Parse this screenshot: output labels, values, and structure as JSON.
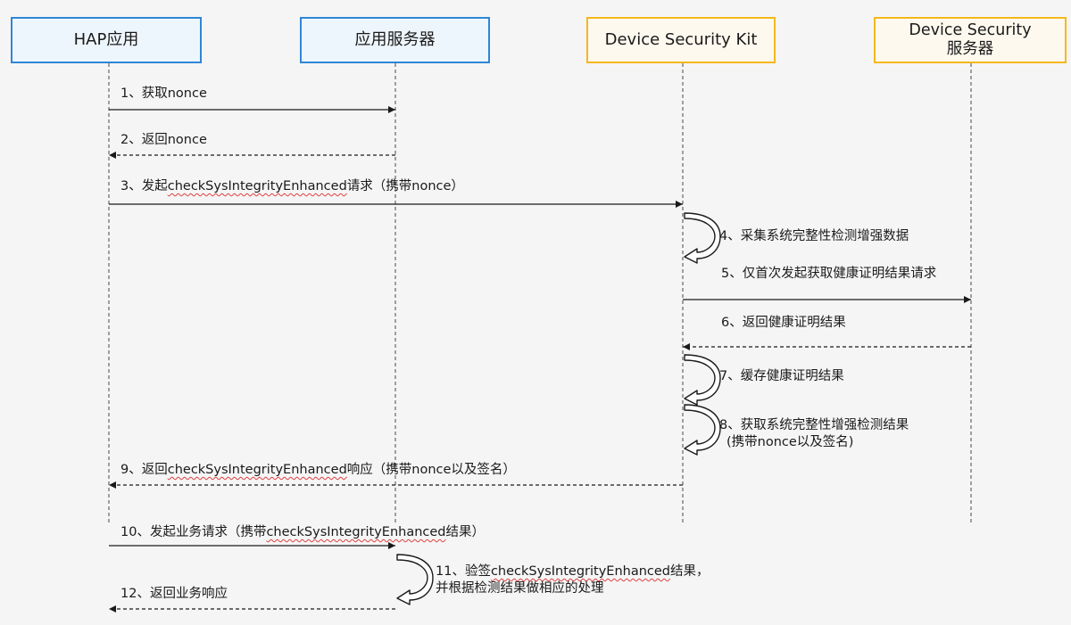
{
  "participants": [
    {
      "id": "hap",
      "label": "HAP应用",
      "style": "blue"
    },
    {
      "id": "appserver",
      "label": "应用服务器",
      "style": "blue"
    },
    {
      "id": "dsk",
      "label": "Device Security Kit",
      "style": "yellow"
    },
    {
      "id": "dsserver",
      "label_line1": "Device Security",
      "label_line2": "服务器",
      "style": "yellow"
    }
  ],
  "colors": {
    "blue_border": "#2f86d6",
    "blue_fill": "#eef6fd",
    "yellow_border": "#f5b81c",
    "yellow_fill": "#fdf9ef",
    "line": "#1a1a1a",
    "lifeline": "#666666",
    "spellcheck_underline": "#e04040"
  },
  "messages": [
    {
      "n": 1,
      "from": "hap",
      "to": "appserver",
      "kind": "sync",
      "prefix": "1、获取nonce",
      "code": "",
      "suffix": ""
    },
    {
      "n": 2,
      "from": "appserver",
      "to": "hap",
      "kind": "return",
      "prefix": "2、返回nonce",
      "code": "",
      "suffix": ""
    },
    {
      "n": 3,
      "from": "hap",
      "to": "dsk",
      "kind": "sync",
      "prefix": "3、发起",
      "code": "checkSysIntegrityEnhanced",
      "suffix": "请求（携带nonce）"
    },
    {
      "n": 4,
      "from": "dsk",
      "to": "dsk",
      "kind": "self",
      "prefix": "4、采集系统完整性检测增强数据",
      "code": "",
      "suffix": ""
    },
    {
      "n": 5,
      "from": "dsk",
      "to": "dsserver",
      "kind": "sync",
      "prefix": "5、仅首次发起获取健康证明结果请求",
      "code": "",
      "suffix": ""
    },
    {
      "n": 6,
      "from": "dsserver",
      "to": "dsk",
      "kind": "return",
      "prefix": "6、返回健康证明结果",
      "code": "",
      "suffix": ""
    },
    {
      "n": 7,
      "from": "dsk",
      "to": "dsk",
      "kind": "self",
      "prefix": "7、缓存健康证明结果",
      "code": "",
      "suffix": ""
    },
    {
      "n": 8,
      "from": "dsk",
      "to": "dsk",
      "kind": "self",
      "prefix": "8、获取系统完整性增强检测结果",
      "code": "",
      "suffix": "",
      "line2": "(携带nonce以及签名)"
    },
    {
      "n": 9,
      "from": "dsk",
      "to": "hap",
      "kind": "return",
      "prefix": "9、返回",
      "code": "checkSysIntegrityEnhanced",
      "suffix": "响应（携带nonce以及签名）"
    },
    {
      "n": 10,
      "from": "hap",
      "to": "appserver",
      "kind": "sync",
      "prefix": "10、发起业务请求（携带",
      "code": "checkSysIntegrityEnhanced",
      "suffix": "结果）"
    },
    {
      "n": 11,
      "from": "appserver",
      "to": "appserver",
      "kind": "self",
      "prefix": "11、验签",
      "code": "checkSysIntegrityEnhanced",
      "suffix": "结果，",
      "line2": "并根据检测结果做相应的处理"
    },
    {
      "n": 12,
      "from": "appserver",
      "to": "hap",
      "kind": "return",
      "prefix": "12、返回业务响应",
      "code": "",
      "suffix": ""
    }
  ]
}
